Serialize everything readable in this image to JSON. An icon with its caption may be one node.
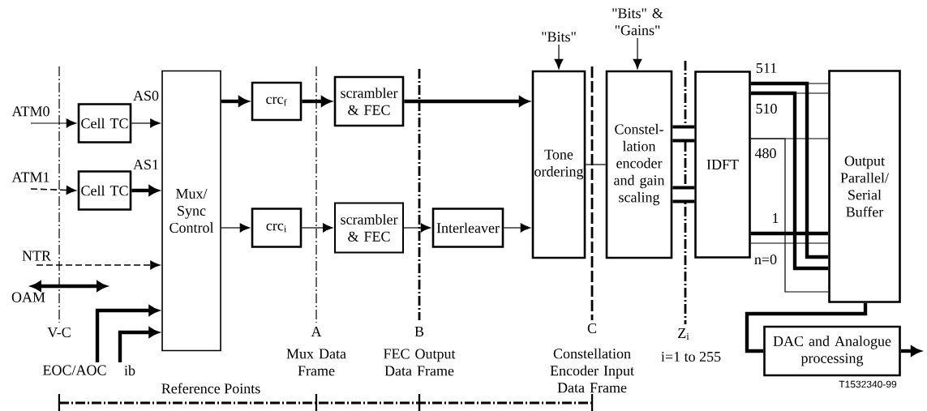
{
  "diagram": {
    "nodes": [
      {
        "text": [
          "ATM0"
        ]
      },
      {
        "text": [
          "ATM1"
        ]
      },
      {
        "text": [
          "NTR"
        ]
      },
      {
        "text": [
          "OAM"
        ]
      },
      {
        "text": [
          "EOC/AOC"
        ]
      },
      {
        "text": [
          "ib"
        ]
      },
      {
        "text": [
          "Cell TC"
        ]
      },
      {
        "text": [
          "Cell TC"
        ]
      },
      {
        "text": [
          "Mux/ Sync Control"
        ]
      },
      {
        "text": [
          "crc$_{f}$"
        ]
      },
      {
        "text": [
          "crc$_{i}$"
        ]
      },
      {
        "text": [
          "scrambler & FEC"
        ]
      },
      {
        "text": [
          "scrambler & FEC"
        ]
      },
      {
        "text": [
          "Interleaver"
        ]
      },
      {
        "text": [
          "\"Bits\""
        ]
      },
      {
        "text": [
          "Tone ordering"
        ]
      },
      {
        "text": [
          "\"Bits\" & \"Gains\""
        ]
      },
      {
        "text": [
          "Constel-lation encoder and gain scaling"
        ]
      },
      {
        "text": [
          "IDFT"
        ]
      },
      {
        "text": [
          "Output Parallel/ Serial Buffer"
        ]
      },
      {
        "text": [
          "DAC and Analogue processing"
        ]
      }
    ],
    "edges": [
      {
        "from": 0,
        "to": 6,
        "arrow": "to"
      },
      {
        "from": 1,
        "to": 7,
        "arrow": "to",
        "style": "dashed"
      },
      {
        "from": 6,
        "to": 8,
        "arrow": "to",
        "label": "AS0"
      },
      {
        "from": 7,
        "to": 8,
        "arrow": "to",
        "label": "AS1",
        "style": "thick"
      },
      {
        "from": 2,
        "to": 8,
        "arrow": "to",
        "style": "dashed"
      },
      {
        "from": 3,
        "to": null,
        "arrow": "both",
        "style": "thick"
      },
      {
        "from": 4,
        "to": 8,
        "arrow": "to",
        "style": "thick"
      },
      {
        "from": 5,
        "to": 8,
        "arrow": "to",
        "style": "thick"
      },
      {
        "from": 8,
        "to": 9,
        "arrow": "to",
        "style": "thick"
      },
      {
        "from": 8,
        "to": 10,
        "arrow": "to"
      },
      {
        "from": 9,
        "to": 11,
        "arrow": "to",
        "style": "thick"
      },
      {
        "from": 10,
        "to": 12,
        "arrow": "to"
      },
      {
        "from": 11,
        "to": 15,
        "arrow": "to",
        "style": "thick"
      },
      {
        "from": 12,
        "to": 13,
        "arrow": "to"
      },
      {
        "from": 13,
        "to": 15,
        "arrow": "to"
      },
      {
        "from": 14,
        "to": 15,
        "arrow": "to"
      },
      {
        "from": 16,
        "to": 17,
        "arrow": "to"
      },
      {
        "from": 15,
        "to": 17,
        "arrow": "none"
      },
      {
        "from": 17,
        "to": 18,
        "arrow": "none",
        "style": "thick"
      },
      {
        "from": 17,
        "to": 18,
        "arrow": "none",
        "style": "thick"
      },
      {
        "from": 18,
        "to": 19,
        "arrow": "none"
      },
      {
        "from": 18,
        "to": 19,
        "arrow": "none"
      },
      {
        "from": 18,
        "to": 19,
        "arrow": "none"
      },
      {
        "from": 18,
        "to": 19,
        "arrow": "none",
        "style": "thick"
      },
      {
        "from": 18,
        "to": 19,
        "arrow": "none"
      },
      {
        "from": 18,
        "to": 19,
        "arrow": "none",
        "style": "thick"
      },
      {
        "from": 18,
        "to": 19,
        "arrow": "none",
        "style": "thick"
      },
      {
        "from": 18,
        "to": 19,
        "arrow": "none"
      },
      {
        "from": 19,
        "to": 20,
        "arrow": "none",
        "style": "thick"
      },
      {
        "from": 20,
        "to": null,
        "arrow": "to",
        "style": "thick"
      }
    ],
    "labels": [
      "V-C",
      "Reference Points",
      "A",
      "Mux Data Frame",
      "B",
      "FEC Output Data Frame",
      "C",
      "Constellation Encoder Input Data Frame",
      "Z$_{i}$",
      "i=1 to 255",
      "511",
      "510",
      "480",
      "1",
      "n=0",
      "T1532340-99"
    ]
  }
}
